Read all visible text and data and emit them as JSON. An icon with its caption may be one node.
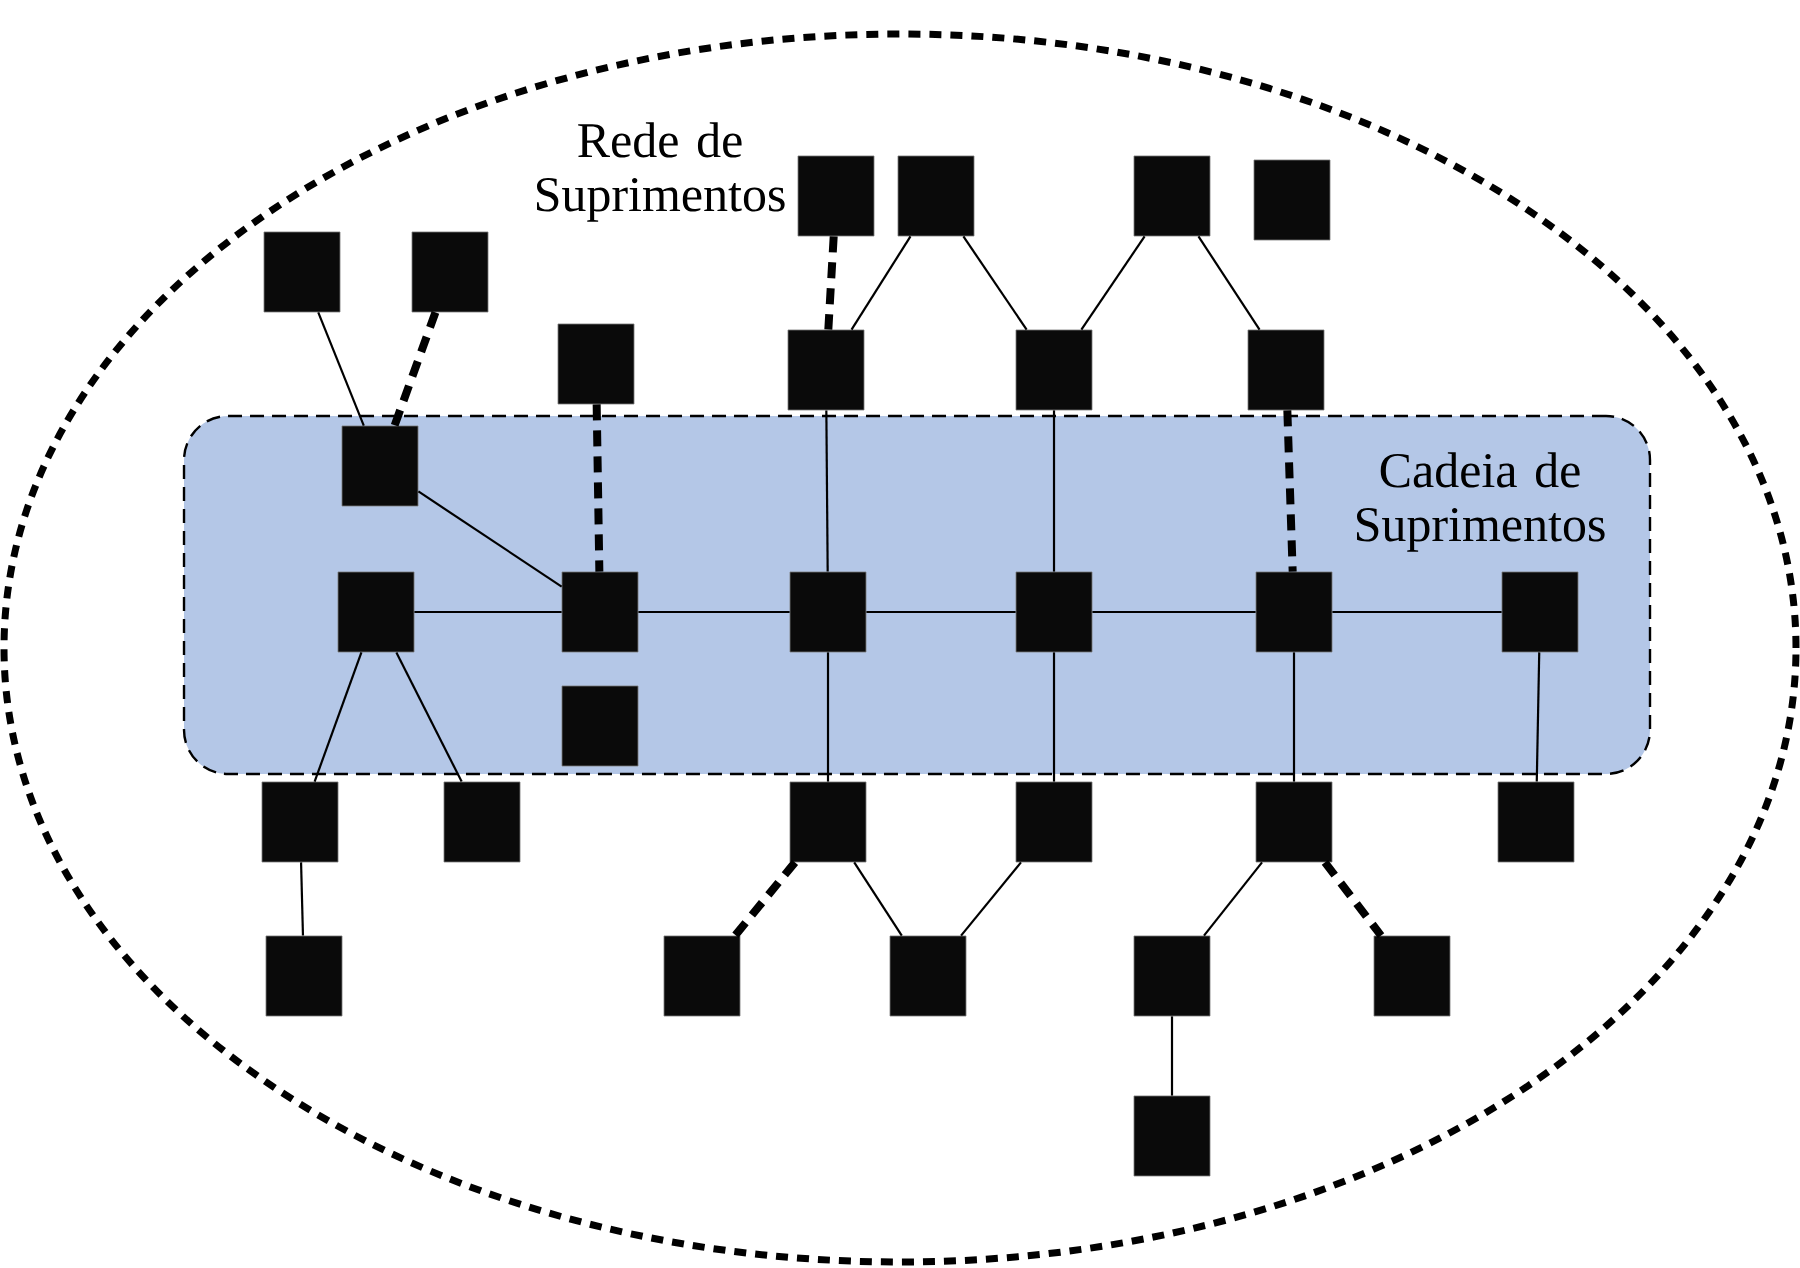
{
  "diagram": {
    "nodes": [
      {
        "text": [
          "Rede de Suprimentos"
        ]
      },
      {
        "text": [
          "Cadeia de Suprimentos"
        ],
        "in": 0
      },
      {
        "text": [],
        "shape": "box",
        "in": 0
      },
      {
        "text": [],
        "shape": "box",
        "in": 0
      },
      {
        "text": [],
        "shape": "box",
        "in": 0
      },
      {
        "text": [],
        "shape": "box",
        "in": 0
      },
      {
        "text": [],
        "shape": "box",
        "in": 0
      },
      {
        "text": [],
        "shape": "box",
        "in": 0
      },
      {
        "text": [],
        "shape": "box",
        "in": 0
      },
      {
        "text": [],
        "shape": "box",
        "in": 0
      },
      {
        "text": [],
        "shape": "box",
        "in": 0
      },
      {
        "text": [],
        "shape": "box",
        "in": 0
      },
      {
        "text": [],
        "shape": "box",
        "in": 1
      },
      {
        "text": [],
        "shape": "box",
        "in": 1
      },
      {
        "text": [],
        "shape": "box",
        "in": 1
      },
      {
        "text": [],
        "shape": "box",
        "in": 1
      },
      {
        "text": [],
        "shape": "box",
        "in": 1
      },
      {
        "text": [],
        "shape": "box",
        "in": 1
      },
      {
        "text": [],
        "shape": "box",
        "in": 1
      },
      {
        "text": [],
        "shape": "box",
        "in": 1
      },
      {
        "text": [],
        "shape": "box",
        "in": 0
      },
      {
        "text": [],
        "shape": "box",
        "in": 0
      },
      {
        "text": [],
        "shape": "box",
        "in": 0
      },
      {
        "text": [],
        "shape": "box",
        "in": 0
      },
      {
        "text": [],
        "shape": "box",
        "in": 0
      },
      {
        "text": [],
        "shape": "box",
        "in": 0
      },
      {
        "text": [],
        "shape": "box",
        "in": 0
      },
      {
        "text": [],
        "shape": "box",
        "in": 0
      },
      {
        "text": [],
        "shape": "box",
        "in": 0
      },
      {
        "text": [],
        "shape": "box",
        "in": 0
      },
      {
        "text": [],
        "shape": "box",
        "in": 0
      },
      {
        "text": [],
        "shape": "box",
        "in": 0
      }
    ],
    "edges": [
      {
        "from": 2,
        "to": 12,
        "arrow": "none"
      },
      {
        "from": 3,
        "to": 12,
        "arrow": "none",
        "style": "dashed"
      },
      {
        "from": 12,
        "to": 14,
        "arrow": "none"
      },
      {
        "from": 4,
        "to": 14,
        "arrow": "none",
        "style": "dashed"
      },
      {
        "from": 5,
        "to": 9,
        "arrow": "none",
        "style": "dashed"
      },
      {
        "from": 6,
        "to": 9,
        "arrow": "none"
      },
      {
        "from": 6,
        "to": 10,
        "arrow": "none"
      },
      {
        "from": 7,
        "to": 10,
        "arrow": "none"
      },
      {
        "from": 7,
        "to": 11,
        "arrow": "none"
      },
      {
        "from": 11,
        "to": 17,
        "arrow": "none",
        "style": "dashed"
      },
      {
        "from": 9,
        "to": 15,
        "arrow": "none"
      },
      {
        "from": 10,
        "to": 16,
        "arrow": "none"
      },
      {
        "from": 13,
        "to": 14,
        "arrow": "none"
      },
      {
        "from": 14,
        "to": 15,
        "arrow": "none"
      },
      {
        "from": 15,
        "to": 16,
        "arrow": "none"
      },
      {
        "from": 16,
        "to": 17,
        "arrow": "none"
      },
      {
        "from": 17,
        "to": 18,
        "arrow": "none"
      },
      {
        "from": 13,
        "to": 20,
        "arrow": "none"
      },
      {
        "from": 13,
        "to": 21,
        "arrow": "none"
      },
      {
        "from": 15,
        "to": 22,
        "arrow": "none"
      },
      {
        "from": 16,
        "to": 23,
        "arrow": "none"
      },
      {
        "from": 17,
        "to": 24,
        "arrow": "none"
      },
      {
        "from": 18,
        "to": 25,
        "arrow": "none"
      },
      {
        "from": 20,
        "to": 26,
        "arrow": "none"
      },
      {
        "from": 22,
        "to": 27,
        "arrow": "none",
        "style": "dashed"
      },
      {
        "from": 22,
        "to": 28,
        "arrow": "none"
      },
      {
        "from": 23,
        "to": 28,
        "arrow": "none"
      },
      {
        "from": 24,
        "to": 29,
        "arrow": "none"
      },
      {
        "from": 24,
        "to": 30,
        "arrow": "none",
        "style": "dashed"
      },
      {
        "from": 29,
        "to": 31,
        "arrow": "none"
      }
    ]
  }
}
